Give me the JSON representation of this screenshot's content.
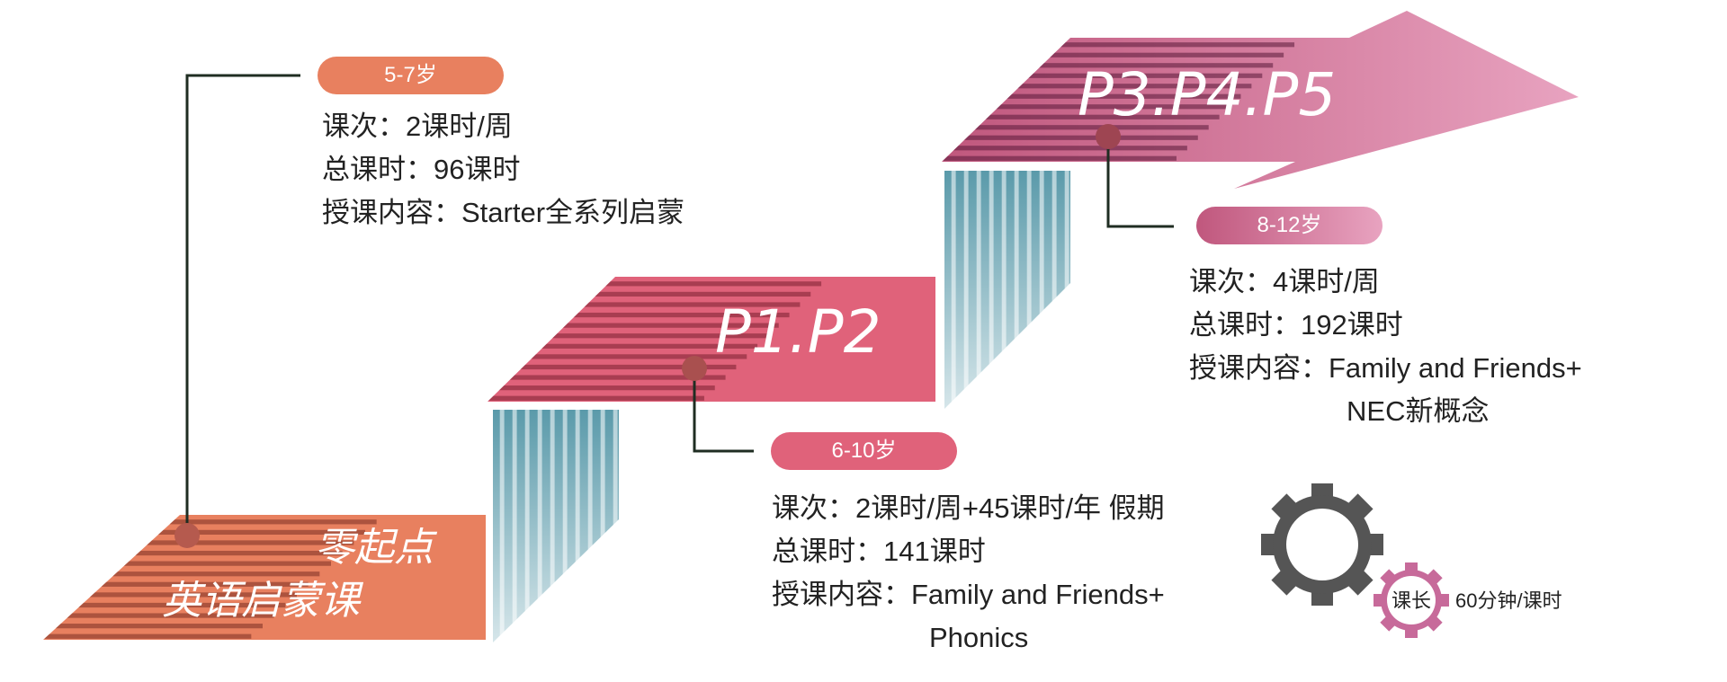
{
  "colors": {
    "stage1": "#e8805f",
    "stage2": "#e0627a",
    "stage3_start": "#c0577d",
    "stage3_end": "#e8a3c0",
    "riser": "#5a9aaa",
    "connector": "#1f2d22",
    "gear_dark": "#555555",
    "gear_pink": "#c76a9a"
  },
  "stages": [
    {
      "title_lines": [
        "零起点",
        "英语启蒙课"
      ],
      "age": "5-7岁",
      "sessions": "课次：2课时/周",
      "total_hours": "总课时：96课时",
      "content": [
        "授课内容：Starter全系列启蒙"
      ]
    },
    {
      "title_lines": [
        "P1.P2"
      ],
      "age": "6-10岁",
      "sessions": "课次：2课时/周+45课时/年  假期",
      "total_hours": "总课时：141课时",
      "content": [
        "授课内容：Family and Friends+",
        "Phonics"
      ]
    },
    {
      "title_lines": [
        "P3.P4.P5"
      ],
      "age": "8-12岁",
      "sessions": "课次：4课时/周",
      "total_hours": "总课时：192课时",
      "content": [
        "授课内容：Family and Friends+",
        "NEC新概念"
      ]
    }
  ],
  "gear": {
    "inner_label": "课长",
    "duration": "60分钟/课时"
  }
}
